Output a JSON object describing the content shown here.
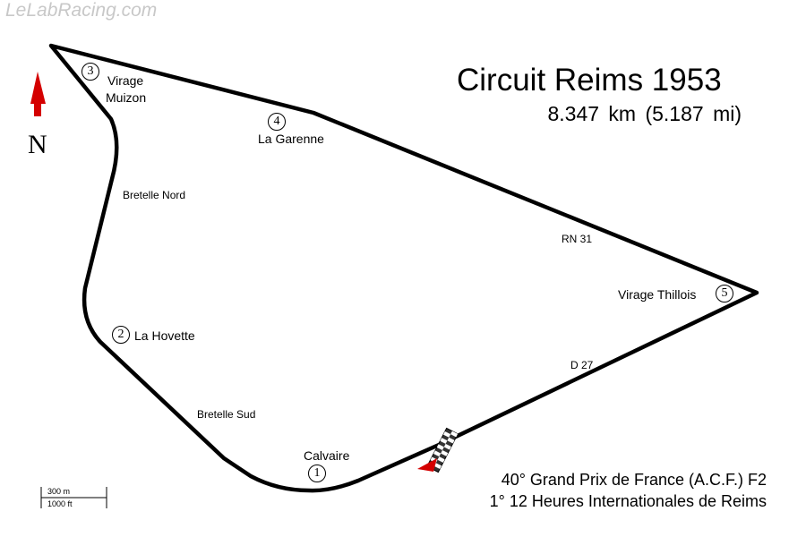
{
  "watermark": "LeLabRacing.com",
  "title": "Circuit Reims 1953",
  "length": "8.347  km  (5.187  mi)",
  "events": [
    "40° Grand Prix de France (A.C.F.) F2",
    "1° 12 Heures Internationales de Reims"
  ],
  "north_label": "N",
  "scale": {
    "metric": "300 m",
    "imperial": "1000 ft"
  },
  "corners": [
    {
      "number": "1",
      "name": "Calvaire"
    },
    {
      "number": "2",
      "name": "La Hovette"
    },
    {
      "number": "3",
      "name": "Virage Muizon",
      "line1": "Virage",
      "line2": "Muizon"
    },
    {
      "number": "4",
      "name": "La Garenne"
    },
    {
      "number": "5",
      "name": "Virage Thillois"
    }
  ],
  "road_labels": {
    "bretelle_nord": "Bretelle Nord",
    "bretelle_sud": "Bretelle Sud",
    "rn31": "RN 31",
    "d27": "D 27"
  },
  "colors": {
    "track": "#000000",
    "north_arrow": "#d40000",
    "direction_arrow": "#d40000",
    "watermark": "#c8c8c8"
  }
}
